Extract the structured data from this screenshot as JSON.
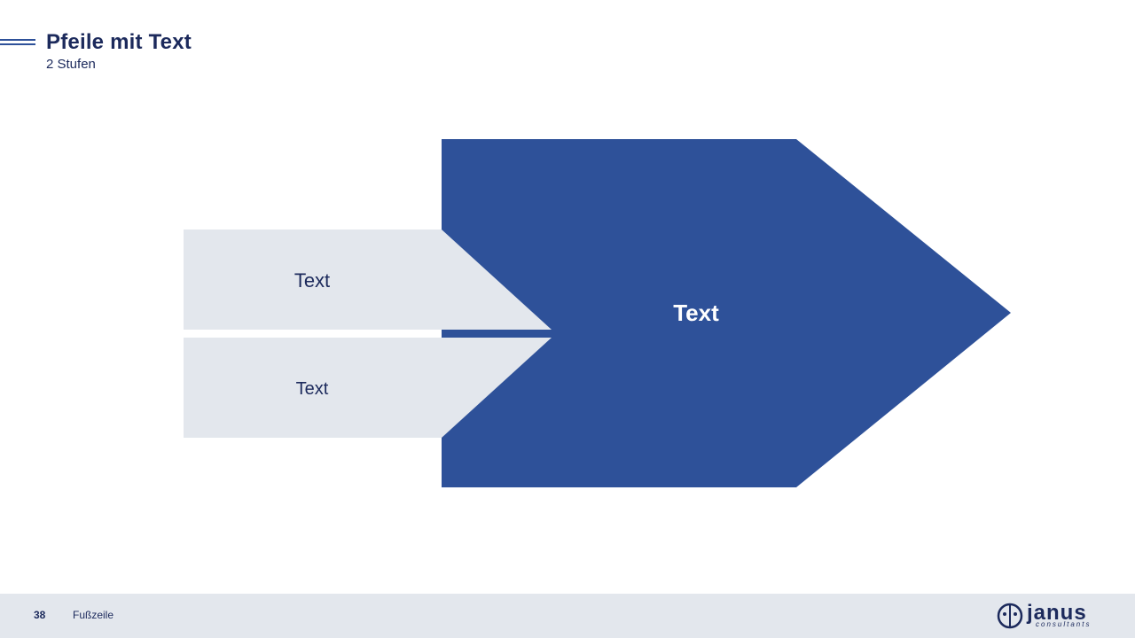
{
  "header": {
    "title": "Pfeile mit Text",
    "subtitle": "2 Stufen"
  },
  "diagram": {
    "main_arrow": {
      "label": "Text",
      "color": "#2e5199"
    },
    "input_arrows": [
      {
        "label": "Text",
        "color": "#e3e7ed"
      },
      {
        "label": "Text",
        "color": "#e3e7ed"
      }
    ]
  },
  "footer": {
    "page_number": "38",
    "text": "Fußzeile",
    "logo": {
      "word": "janus",
      "tagline": "consultants"
    }
  }
}
